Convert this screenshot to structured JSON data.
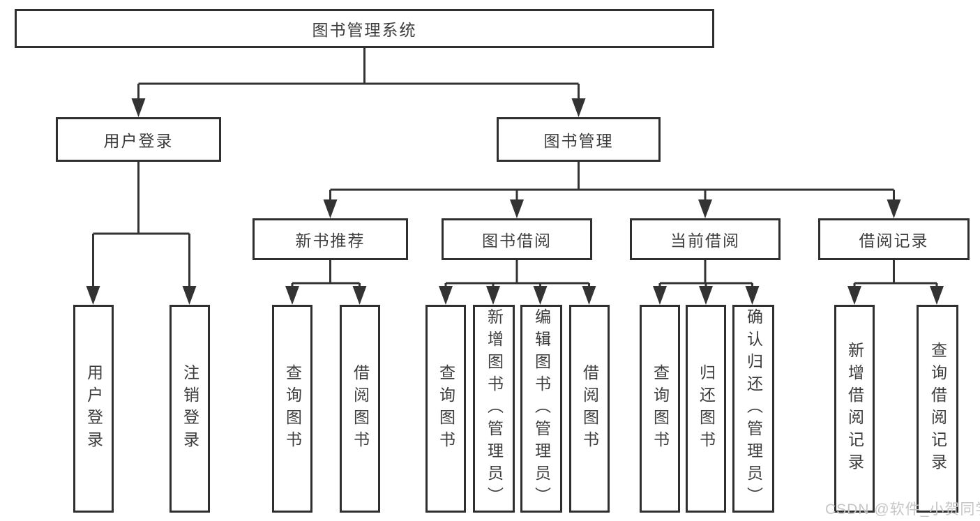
{
  "colors": {
    "line": "#333333",
    "box_border": "#2f2f2f",
    "text": "#3d3d3d",
    "watermark": "#c6c6c6"
  },
  "tree": {
    "root": {
      "label": "图书管理系统"
    },
    "branches": [
      {
        "label": "用户登录",
        "leaves": [
          "用户登录",
          "注销登录"
        ]
      },
      {
        "label": "图书管理",
        "groups": [
          {
            "label": "新书推荐",
            "leaves": [
              "查询图书",
              "借阅图书"
            ]
          },
          {
            "label": "图书借阅",
            "leaves": [
              "查询图书",
              "新增图书（管理员）",
              "编辑图书（管理员）",
              "借阅图书"
            ]
          },
          {
            "label": "当前借阅",
            "leaves": [
              "查询图书",
              "归还图书",
              "确认归还（管理员）"
            ]
          },
          {
            "label": "借阅记录",
            "leaves": [
              "新增借阅记录",
              "查询借阅记录"
            ]
          }
        ]
      }
    ]
  },
  "watermark": {
    "text": "CSDN @软件_小贺同学"
  }
}
